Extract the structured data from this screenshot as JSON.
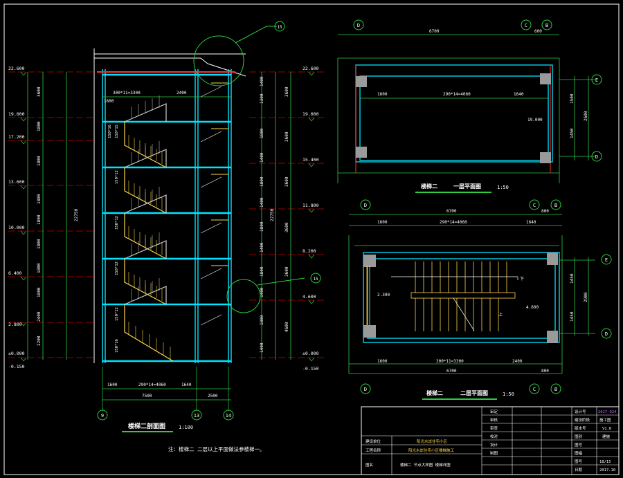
{
  "section": {
    "title": "楼梯二剖面图",
    "scale": "1:100",
    "note": "注：楼梯二 二层以上平面做法参楼梯一。",
    "elev_left": [
      "22.600",
      "19.000",
      "17.200",
      "13.600",
      "10.000",
      "6.400",
      "2.800",
      "±0.000",
      "-0.150"
    ],
    "elev_right": [
      "22.600",
      "19.000",
      "15.400",
      "11.800",
      "8.200",
      "4.600",
      "±0.000",
      "-0.150"
    ],
    "total_dim": "22750",
    "flight_labels": [
      "150*15",
      "150*12",
      "150*12",
      "150*12",
      "150*12",
      "150*16",
      "150*16"
    ],
    "top_dims": [
      "300*11=3300",
      "1600",
      "2400"
    ],
    "bottom_dims": [
      "1600",
      "290*14=4060",
      "1640",
      "7500",
      "2500"
    ],
    "axes": [
      "9",
      "13",
      "14"
    ],
    "detail_callout": "15"
  },
  "plan1": {
    "title": "楼梯二",
    "subtitle": "一层平面图",
    "scale": "1:50",
    "axes_top": [
      "D",
      "C",
      "B"
    ],
    "axes_right": [
      "E",
      "D"
    ],
    "dims_top": [
      "6700",
      "600",
      "1600",
      "290*14=4060",
      "1640"
    ],
    "dims_right": [
      "1500",
      "2600",
      "1450"
    ],
    "elev": "19.000"
  },
  "plan2": {
    "title": "楼梯二",
    "subtitle": "二层平面图",
    "scale": "1:50",
    "axes": [
      "D",
      "C",
      "B"
    ],
    "axes_right": [
      "E",
      "D"
    ],
    "dims_top": [
      "6700",
      "800",
      "1600",
      "290*14=4060",
      "1640"
    ],
    "dims_bottom": [
      "1600",
      "300*11=3300",
      "2400",
      "6700",
      "800"
    ],
    "dims_right": [
      "1450",
      "2900",
      "1450"
    ],
    "elev_left": "2.300",
    "elev_right": "4.600",
    "arrow_down": "下",
    "arrow_up": "上"
  },
  "titleblock": {
    "rows": [
      [
        "审定",
        "",
        "设计号",
        "2017-024"
      ],
      [
        "审核",
        "",
        "建设阶段",
        "施工图"
      ],
      [
        "审查",
        "",
        "版本号",
        "V1.0"
      ],
      [
        "校对",
        "",
        "图别",
        "建施"
      ],
      [
        "设计",
        "",
        "图号",
        ""
      ],
      [
        "制图",
        "",
        "图幅",
        ""
      ],
      [
        "",
        "",
        "图号",
        "18/15"
      ],
      [
        "",
        "",
        "日期",
        "2017.10"
      ]
    ],
    "project_label": "建设单位",
    "project_value": "阳光水岸住宅小区",
    "work_label": "工程名称",
    "work_value": "阳光水岸住宅小区楼梯施工",
    "drawing_label": "图名",
    "drawing_value": "楼梯二 节点大样图 楼梯详图"
  }
}
